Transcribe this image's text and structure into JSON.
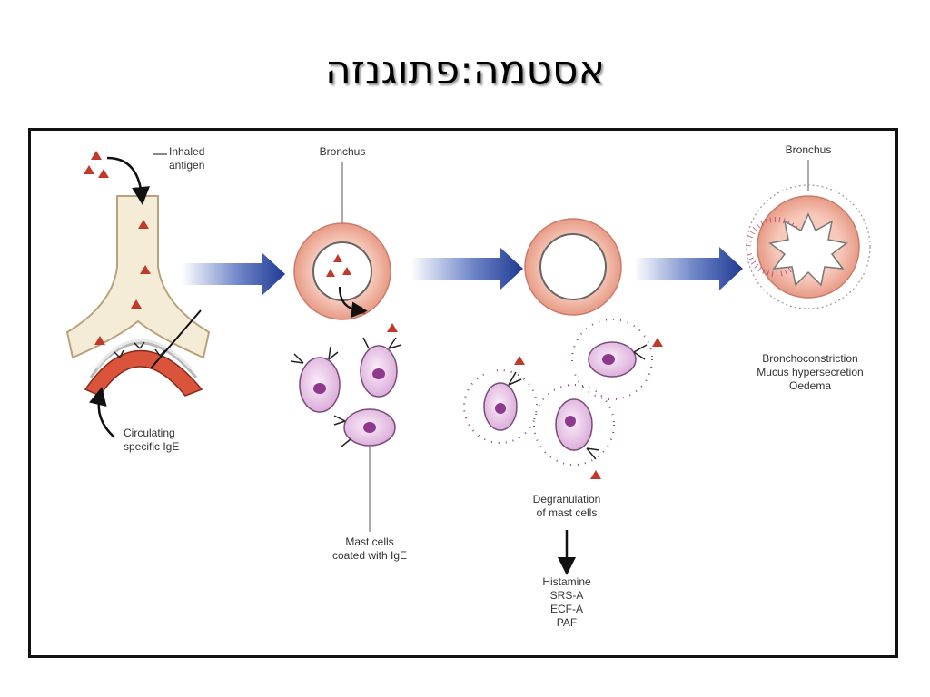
{
  "title": "אסטמה:פתוגנזה",
  "labels": {
    "inhaled_antigen": "Inhaled\nantigen",
    "circulating_ige": "Circulating\nspecific IgE",
    "bronchus_1": "Bronchus",
    "bronchus_2": "Bronchus",
    "mast_cells": "Mast cells\ncoated with IgE",
    "degranulation": "Degranulation\nof mast cells",
    "mediators": "Histamine\nSRS-A\nECF-A\nPAF",
    "effects": "Bronchoconstriction\nMucus hypersecretion\nOedema"
  },
  "colors": {
    "antigen": "#c0392b",
    "arrow": "#1f3a93",
    "bronchus_wall": "#f3b8a8",
    "airway": "#f5ecd7",
    "cell_fill": "#f1d6ee",
    "cell_granule": "#7a2a78",
    "ige": "#222222"
  }
}
